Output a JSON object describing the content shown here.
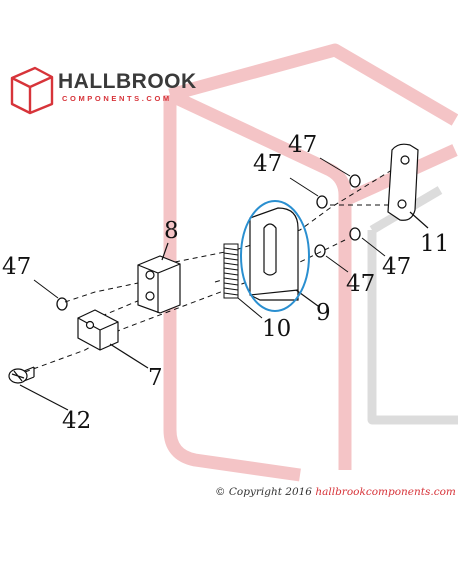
{
  "logo": {
    "name": "HALLBROOK",
    "tagline": "COMPONENTS.COM"
  },
  "callouts": {
    "c7": "7",
    "c8": "8",
    "c9": "9",
    "c10": "10",
    "c11": "11",
    "c42": "42",
    "c47a": "47",
    "c47b": "47",
    "c47c": "47",
    "c47d": "47",
    "c47e": "47"
  },
  "copyright": {
    "symbol": "©",
    "text": "Copyright 2016",
    "site": "hallbrookcomponents.com"
  },
  "colors": {
    "brand_red": "#d7343a",
    "highlight_blue": "#2a8fd0",
    "watermark_pink": "#f4c4c6",
    "watermark_grey": "#dcdcdc"
  }
}
